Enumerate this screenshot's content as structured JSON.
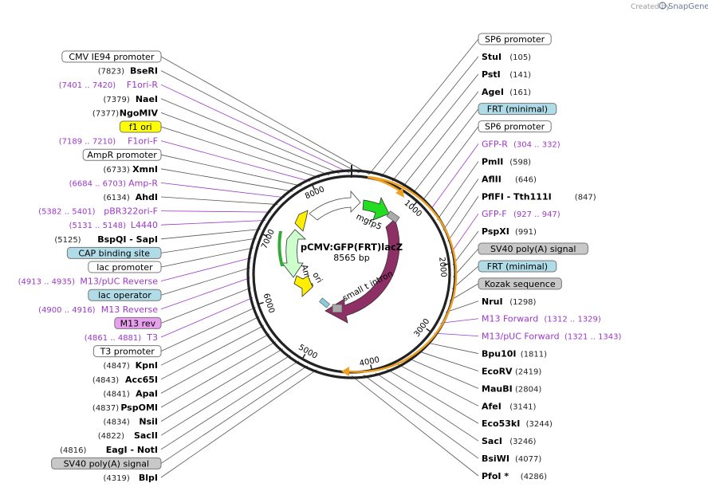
{
  "watermark": {
    "text": "Created by",
    "brand": "SnapGene"
  },
  "plasmid": {
    "name": "pCMV:GFP(FRT)lacZ",
    "size": "8565 bp"
  },
  "ticks": [
    "1000",
    "2000",
    "3000",
    "4000",
    "5000",
    "6000",
    "7000",
    "8000"
  ],
  "feature_labels": {
    "mgfp5": "mgfp5",
    "lacZ": "lacZ",
    "small_t_intron": "small t intron",
    "ori": "ori",
    "AmpR": "AmpR"
  },
  "left_labels": [
    {
      "kind": "box",
      "text": "CMV IE94 promoter",
      "color": "#ffffff"
    },
    {
      "kind": "site",
      "pos": "(7823)",
      "name": "BseRI"
    },
    {
      "kind": "primer",
      "pos": "(7401 .. 7420)",
      "name": "F1ori-R"
    },
    {
      "kind": "site",
      "pos": "(7379)",
      "name": "NaeI"
    },
    {
      "kind": "site",
      "pos": "(7377)",
      "name": "NgoMIV"
    },
    {
      "kind": "box",
      "text": "f1 ori",
      "color": "#ffff00"
    },
    {
      "kind": "primer",
      "pos": "(7189 .. 7210)",
      "name": "F1ori-F"
    },
    {
      "kind": "box",
      "text": "AmpR promoter",
      "color": "#ffffff"
    },
    {
      "kind": "site",
      "pos": "(6733)",
      "name": "XmnI"
    },
    {
      "kind": "primer",
      "pos": "(6684 .. 6703)",
      "name": "Amp-R"
    },
    {
      "kind": "site",
      "pos": "(6134)",
      "name": "AhdI"
    },
    {
      "kind": "primer",
      "pos": "(5382 .. 5401)",
      "name": "pBR322ori-F"
    },
    {
      "kind": "primer",
      "pos": "(5131 .. 5148)",
      "name": "L4440"
    },
    {
      "kind": "site",
      "pos": "(5125)",
      "name": "BspQI  - SapI"
    },
    {
      "kind": "box",
      "text": "CAP binding site",
      "color": "#b0dce8"
    },
    {
      "kind": "box",
      "text": "lac promoter",
      "color": "#ffffff"
    },
    {
      "kind": "primer",
      "pos": "(4913 .. 4935)",
      "name": "M13/pUC Reverse"
    },
    {
      "kind": "box",
      "text": "lac operator",
      "color": "#b0dce8"
    },
    {
      "kind": "primer",
      "pos": "(4900 .. 4916)",
      "name": "M13 Reverse"
    },
    {
      "kind": "box",
      "text": "M13 rev",
      "color": "#e8a0ee"
    },
    {
      "kind": "primer",
      "pos": "(4861 .. 4881)",
      "name": "T3"
    },
    {
      "kind": "box",
      "text": "T3 promoter",
      "color": "#ffffff"
    },
    {
      "kind": "site",
      "pos": "(4847)",
      "name": "KpnI"
    },
    {
      "kind": "site",
      "pos": "(4843)",
      "name": "Acc65I"
    },
    {
      "kind": "site",
      "pos": "(4841)",
      "name": "ApaI"
    },
    {
      "kind": "site",
      "pos": "(4837)",
      "name": "PspOMI"
    },
    {
      "kind": "site",
      "pos": "(4834)",
      "name": "NsiI"
    },
    {
      "kind": "site",
      "pos": "(4822)",
      "name": "SacII"
    },
    {
      "kind": "site",
      "pos": "(4816)",
      "name": "EagI  - NotI"
    },
    {
      "kind": "box",
      "text": "SV40 poly(A) signal",
      "color": "#c8c8c8"
    },
    {
      "kind": "site",
      "pos": "(4319)",
      "name": "BlpI"
    }
  ],
  "right_labels": [
    {
      "kind": "box",
      "text": "SP6 promoter",
      "color": "#ffffff"
    },
    {
      "kind": "site",
      "name": "StuI",
      "pos": "(105)"
    },
    {
      "kind": "site",
      "name": "PstI",
      "pos": "(141)"
    },
    {
      "kind": "site",
      "name": "AgeI",
      "pos": "(161)"
    },
    {
      "kind": "box",
      "text": "FRT (minimal)",
      "color": "#b0dce8"
    },
    {
      "kind": "box",
      "text": "SP6 promoter",
      "color": "#ffffff"
    },
    {
      "kind": "primer",
      "name": "GFP-R",
      "pos": "(304 .. 332)"
    },
    {
      "kind": "site",
      "name": "PmlI",
      "pos": "(598)"
    },
    {
      "kind": "site",
      "name": "AflII",
      "pos": "(646)"
    },
    {
      "kind": "site",
      "name": "PflFI  - Tth111I",
      "pos": "(847)"
    },
    {
      "kind": "primer",
      "name": "GFP-F",
      "pos": "(927 .. 947)"
    },
    {
      "kind": "site",
      "name": "PspXI",
      "pos": "(991)"
    },
    {
      "kind": "box",
      "text": "SV40 poly(A) signal",
      "color": "#c8c8c8"
    },
    {
      "kind": "box",
      "text": "FRT (minimal)",
      "color": "#b0dce8"
    },
    {
      "kind": "box",
      "text": "Kozak sequence",
      "color": "#c8c8c8"
    },
    {
      "kind": "site",
      "name": "NruI",
      "pos": "(1298)"
    },
    {
      "kind": "primer",
      "name": "M13 Forward",
      "pos": "(1312 .. 1329)"
    },
    {
      "kind": "primer",
      "name": "M13/pUC Forward",
      "pos": "(1321 .. 1343)"
    },
    {
      "kind": "site",
      "name": "Bpu10I",
      "pos": "(1811)"
    },
    {
      "kind": "site",
      "name": "EcoRV",
      "pos": "(2419)"
    },
    {
      "kind": "site",
      "name": "MauBI",
      "pos": "(2804)"
    },
    {
      "kind": "site",
      "name": "AfeI",
      "pos": "(3141)"
    },
    {
      "kind": "site",
      "name": "Eco53kI",
      "pos": "(3244)"
    },
    {
      "kind": "site",
      "name": "SacI",
      "pos": "(3246)"
    },
    {
      "kind": "site",
      "name": "BsiWI",
      "pos": "(4077)"
    },
    {
      "kind": "site",
      "name": "PfoI *",
      "pos": "(4286)"
    }
  ],
  "colors": {
    "primer": "#9b38c8",
    "backbone": "#222222",
    "mgfp5": "#22dd22",
    "lacZ": "#8e2f66",
    "ori": "#ffee00",
    "AmpR": "#ccffcc",
    "orange_arc": "#f0a020",
    "line": "#555555"
  }
}
